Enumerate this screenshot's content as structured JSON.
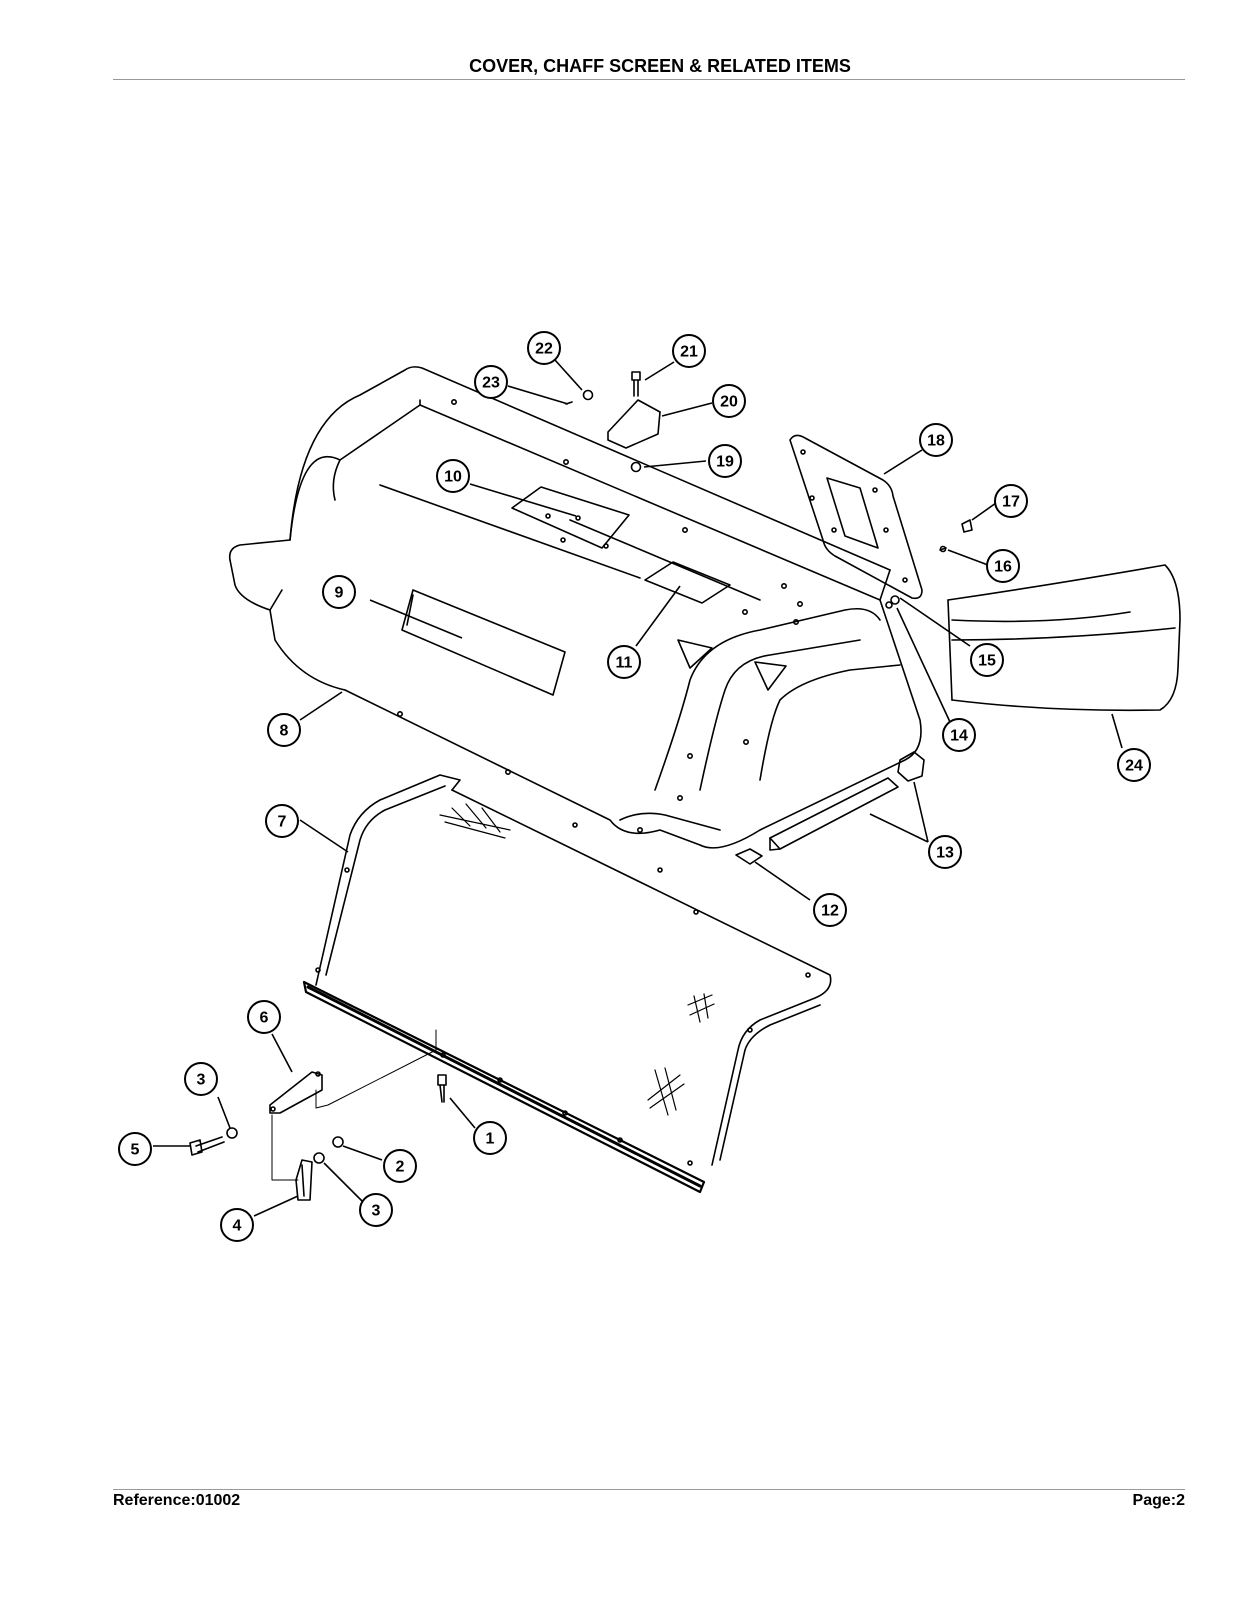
{
  "header": {
    "title": "COVER, CHAFF SCREEN & RELATED ITEMS"
  },
  "footer": {
    "reference": "Reference:01002",
    "page": "Page:2"
  },
  "callouts": [
    {
      "num": "1"
    },
    {
      "num": "2"
    },
    {
      "num": "3"
    },
    {
      "num": "3"
    },
    {
      "num": "4"
    },
    {
      "num": "5"
    },
    {
      "num": "6"
    },
    {
      "num": "7"
    },
    {
      "num": "8"
    },
    {
      "num": "9"
    },
    {
      "num": "10"
    },
    {
      "num": "11"
    },
    {
      "num": "12"
    },
    {
      "num": "13"
    },
    {
      "num": "14"
    },
    {
      "num": "15"
    },
    {
      "num": "16"
    },
    {
      "num": "17"
    },
    {
      "num": "18"
    },
    {
      "num": "19"
    },
    {
      "num": "20"
    },
    {
      "num": "21"
    },
    {
      "num": "22"
    },
    {
      "num": "23"
    },
    {
      "num": "24"
    }
  ]
}
